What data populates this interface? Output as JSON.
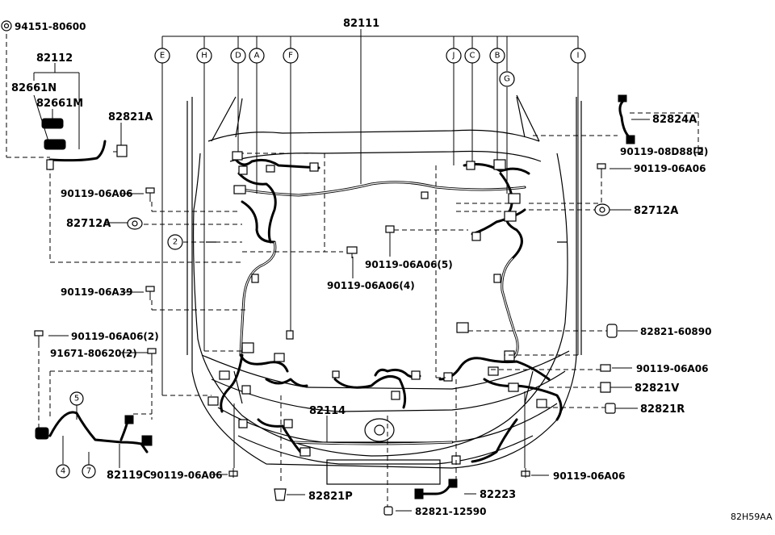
{
  "diagram_code": "82H59AA",
  "callouts": {
    "c82111": "82111",
    "c94151_80600": "94151-80600",
    "c82112": "82112",
    "c82661N": "82661N",
    "c82661M": "82661M",
    "c82821A": "82821A",
    "c90119_06A06_l": "90119-06A06",
    "c82712A_l": "82712A",
    "c90119_06A39": "90119-06A39",
    "c90119_06A06_2": "90119-06A06(2)",
    "c91671_80620_2": "91671-80620(2)",
    "c82119C": "82119C",
    "c90119_06A06_bl": "90119-06A06",
    "c82821P": "82821P",
    "c82114": "82114",
    "c82821_12590": "82821-12590",
    "c82223": "82223",
    "c90119_06A06_br": "90119-06A06",
    "c82821R": "82821R",
    "c82821V": "82821V",
    "c90119_06A06_r2": "90119-06A06",
    "c82821_60890": "82821-60890",
    "c82712A_r": "82712A",
    "c90119_06A06_r1": "90119-06A06",
    "c90119_08D88_2": "90119-08D88(2)",
    "c82824A": "82824A",
    "c90119_06A06_5": "90119-06A06(5)",
    "c90119_06A06_4": "90119-06A06(4)"
  },
  "letters": {
    "E": "E",
    "H": "H",
    "D": "D",
    "A": "A",
    "F": "F",
    "J": "J",
    "C": "C",
    "B": "B",
    "G": "G",
    "I": "I"
  },
  "numbers": {
    "n2": "2",
    "n5": "5",
    "n4": "4",
    "n7": "7"
  }
}
